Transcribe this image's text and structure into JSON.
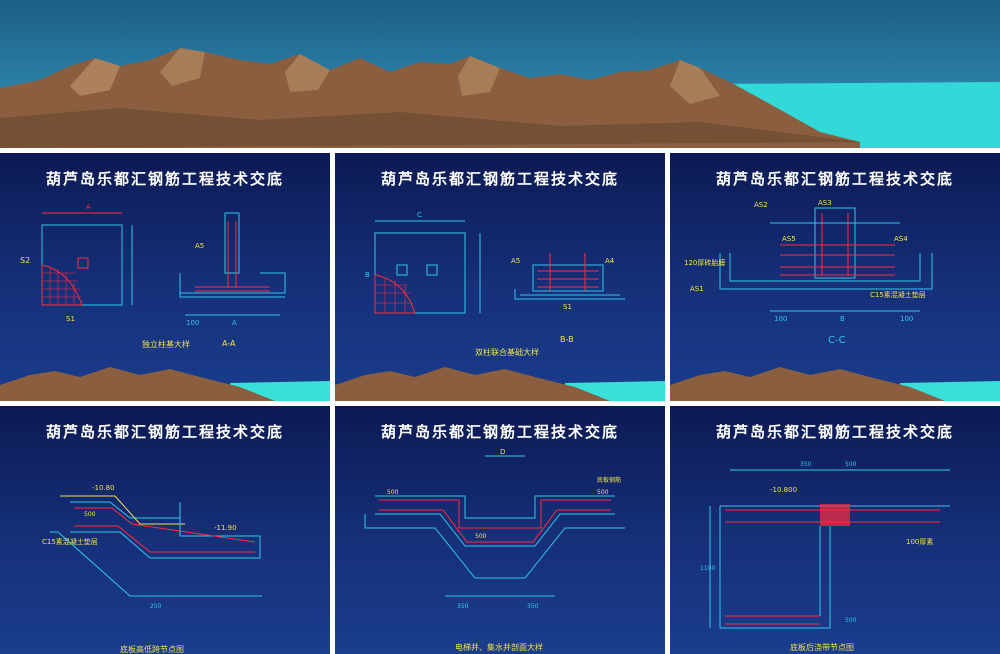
{
  "slide_title": "葫芦岛乐都汇钢筋工程技术交底",
  "slides": [
    {
      "title": "葫芦岛乐都汇钢筋工程技术交底",
      "caption_left": "独立柱基大样",
      "caption_right": "A-A"
    },
    {
      "title": "葫芦岛乐都汇钢筋工程技术交底",
      "caption_left": "双柱联合基础大样",
      "caption_right": "B-B"
    },
    {
      "title": "葫芦岛乐都汇钢筋工程技术交底",
      "caption_left": "",
      "caption_right": "C-C"
    },
    {
      "title": "葫芦岛乐都汇钢筋工程技术交底",
      "caption_left": "底板高低跨节点图",
      "caption_right": ""
    },
    {
      "title": "葫芦岛乐都汇钢筋工程技术交底",
      "caption_left": "电梯井、集水井剖面大样",
      "caption_right": ""
    },
    {
      "title": "葫芦岛乐都汇钢筋工程技术交底",
      "caption_left": "底板后浇带节点图",
      "caption_right": ""
    }
  ],
  "drawing_labels": {
    "s1": [
      "A",
      "S2",
      "S1",
      "A5",
      "A-A",
      "100",
      "A"
    ],
    "s2": [
      "C",
      "B",
      "A5",
      "A4",
      "B-B",
      "S1"
    ],
    "s3": [
      "AS2",
      "AS3",
      "AS5",
      "AS4",
      "120厚砖胎膜",
      "AS1",
      "C15素混凝土垫层",
      "100",
      "B",
      "100"
    ],
    "s4": [
      "-10.80",
      "500",
      "-11.90",
      "C15素混凝土垫层",
      "250"
    ],
    "s5": [
      "D",
      "500",
      "500",
      "500",
      "350",
      "350",
      "底板钢筋"
    ],
    "s6": [
      "-10.800",
      "350",
      "500",
      "100厚素",
      "1100",
      "500"
    ]
  },
  "colors": {
    "slide_bg_top": "#0c1a54",
    "slide_bg_bottom": "#1a3d8c",
    "drawing_line": "#2ec8e8",
    "rebar": "#ff2b3a",
    "label": "#f2e24a",
    "mountain": "#8a5e3e",
    "sea": "#38e0d8"
  }
}
